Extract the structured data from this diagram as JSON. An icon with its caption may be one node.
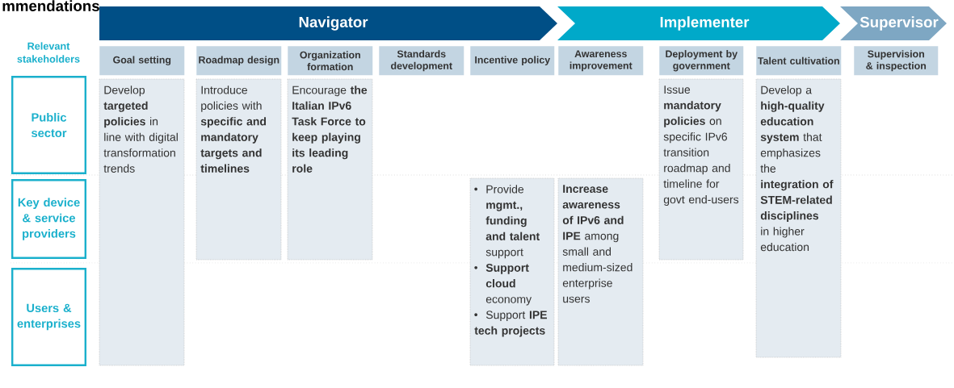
{
  "diagram": {
    "title": "mmendations",
    "nodes": [
      {
        "text": [
          "Navigator"
        ]
      },
      {
        "text": [
          "Implementer"
        ]
      },
      {
        "text": [
          "Supervisor"
        ]
      },
      {
        "text": [
          "Goal setting"
        ]
      },
      {
        "text": [
          "Roadmap design"
        ]
      },
      {
        "text": [
          "Organization formation"
        ]
      },
      {
        "text": [
          "Standards development"
        ]
      },
      {
        "text": [
          "Incentive policy"
        ]
      },
      {
        "text": [
          "Awareness improvement"
        ]
      },
      {
        "text": [
          "Deployment by government"
        ]
      },
      {
        "text": [
          "Talent cultivation"
        ]
      },
      {
        "text": [
          "Supervision & inspection"
        ]
      },
      {
        "text": [
          "Public sector"
        ]
      },
      {
        "text": [
          "Key device & service providers"
        ]
      },
      {
        "text": [
          "Users & enterprises"
        ]
      },
      {
        "text": [
          "Develop **targeted policies** in line with digital transformation trends"
        ]
      },
      {
        "text": [
          "Introduce policies with **specific and mandatory targets and timelines**"
        ]
      },
      {
        "text": [
          "Encourage **the Italian IPv6 Task Force to keep playing its leading role**"
        ]
      },
      {
        "text": [
          "Provide **mgmt., funding and talent** support",
          "**Support cloud** economy",
          "Support **IPE tech projects**"
        ]
      },
      {
        "text": [
          "**Increase awareness of IPv6 and IPE** among small and medium-sized enterprise users"
        ]
      },
      {
        "text": [
          "Issue **mandatory policies** on specific IPv6 transition roadmap and timeline for govt end-users"
        ]
      },
      {
        "text": [
          "Develop a **high-quality education system** that emphasizes the **integration of STEM-related disciplines** in higher education"
        ]
      }
    ],
    "labels": [
      "Relevant stakeholders"
    ]
  }
}
